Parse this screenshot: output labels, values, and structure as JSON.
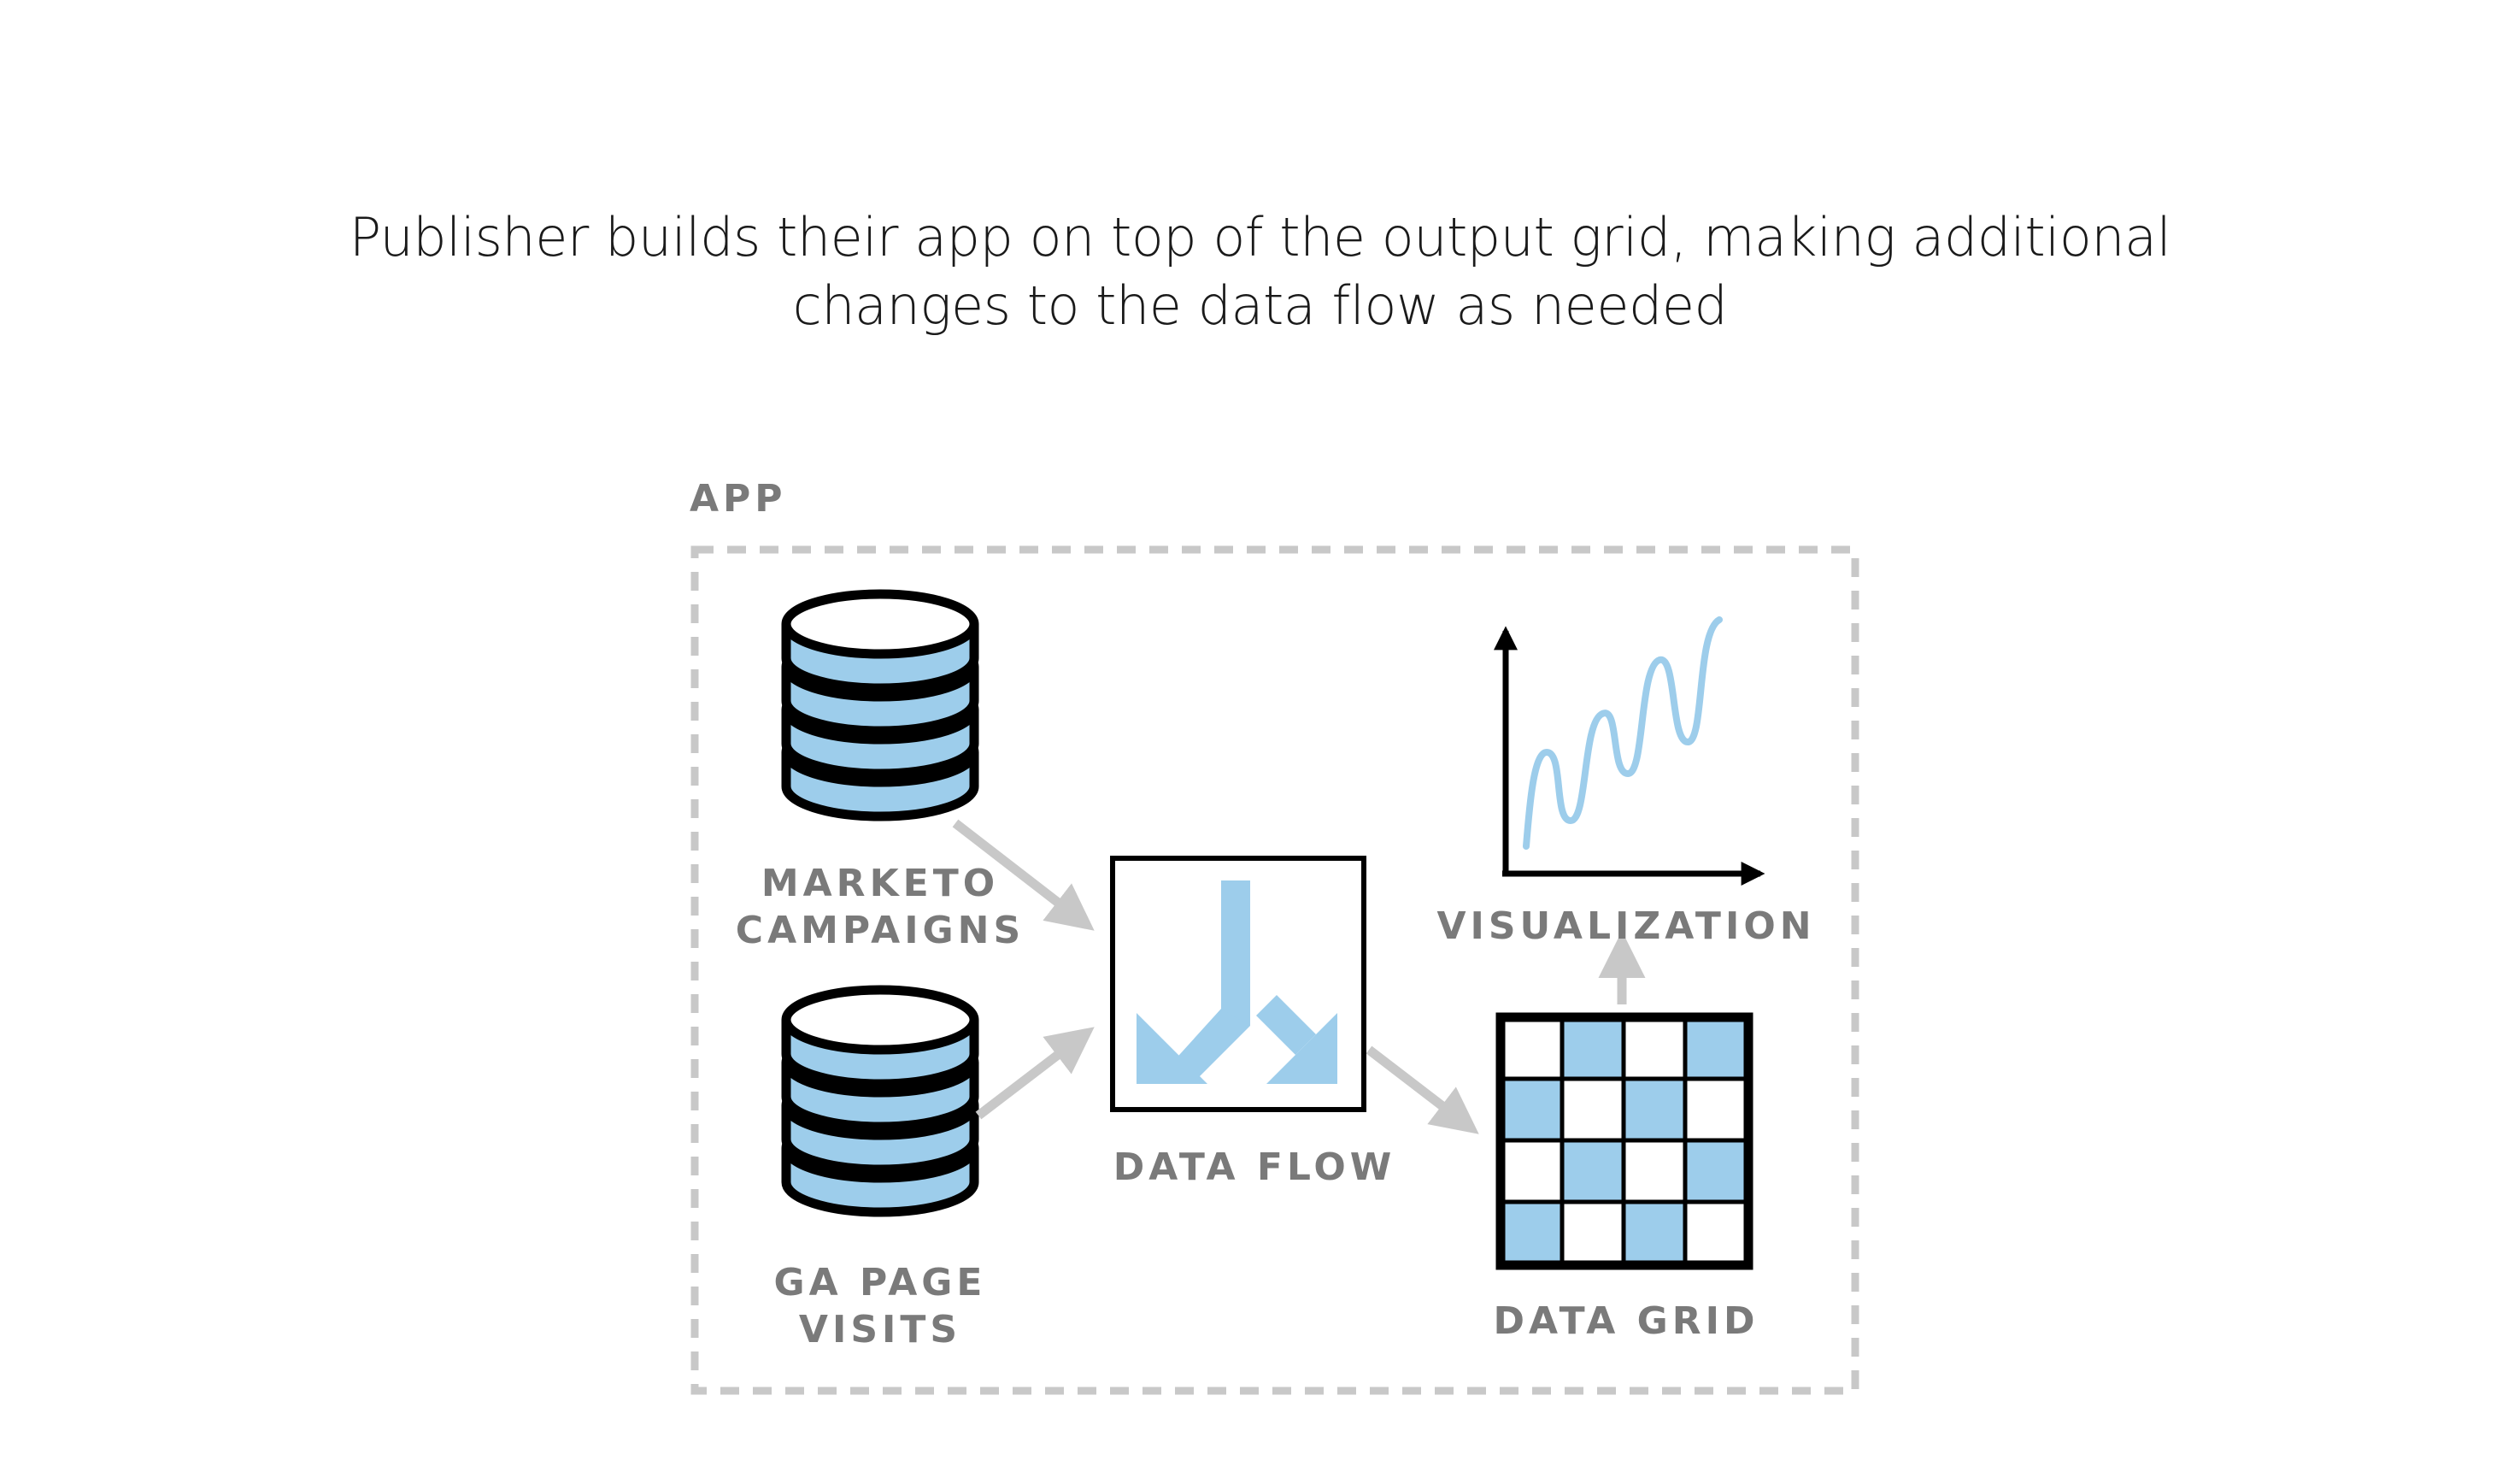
{
  "caption": {
    "line1": "Publisher builds their app on top of the output grid, making additional",
    "line2": "changes to the data flow as needed"
  },
  "container": {
    "label": "APP",
    "border_color": "#c8c8c8"
  },
  "nodes": {
    "source_1": {
      "line1": "MARKETO",
      "line2": "CAMPAIGNS",
      "icon": "database-icon"
    },
    "source_2": {
      "line1": "GA PAGE",
      "line2": "VISITS",
      "icon": "database-icon"
    },
    "data_flow": {
      "label": "DATA FLOW",
      "icon": "merge-arrows-icon"
    },
    "data_grid": {
      "label": "DATA GRID",
      "icon": "grid-icon"
    },
    "visualization": {
      "label": "VISUALIZATION",
      "icon": "line-chart-icon"
    }
  },
  "colors": {
    "accent_blue": "#9dcdeb",
    "outline": "#000000",
    "label_gray": "#7a7a7a",
    "arrow_gray": "#c8c8c8"
  }
}
